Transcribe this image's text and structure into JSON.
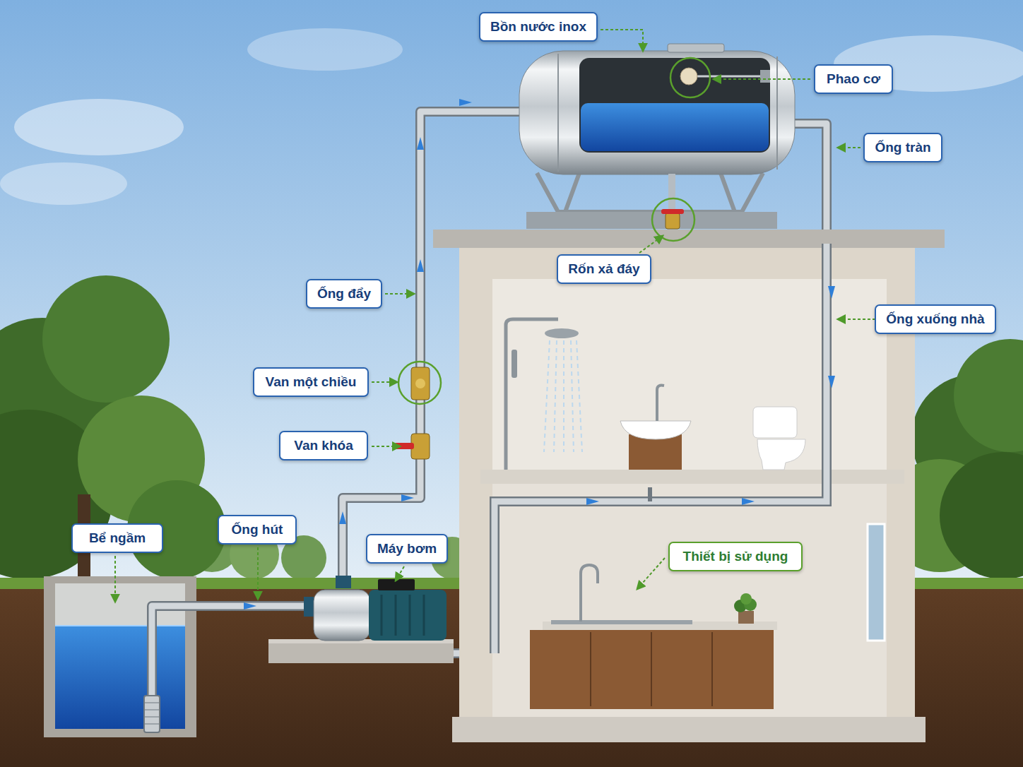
{
  "diagram": {
    "nodes": [
      {
        "text": [
          "Bồn nước inox"
        ]
      },
      {
        "text": [
          "Phao cơ"
        ]
      },
      {
        "text": [
          "Ống tràn"
        ]
      },
      {
        "text": [
          "Rốn xả đáy"
        ]
      },
      {
        "text": [
          "Ống đẩy"
        ]
      },
      {
        "text": [
          "Ống xuống nhà"
        ]
      },
      {
        "text": [
          "Van một chiều"
        ]
      },
      {
        "text": [
          "Van khóa"
        ]
      },
      {
        "text": [
          "Bể ngầm"
        ]
      },
      {
        "text": [
          "Ống hút"
        ]
      },
      {
        "text": [
          "Máy bơm"
        ]
      },
      {
        "text": [
          "Thiết bị sử dụng"
        ]
      }
    ]
  }
}
